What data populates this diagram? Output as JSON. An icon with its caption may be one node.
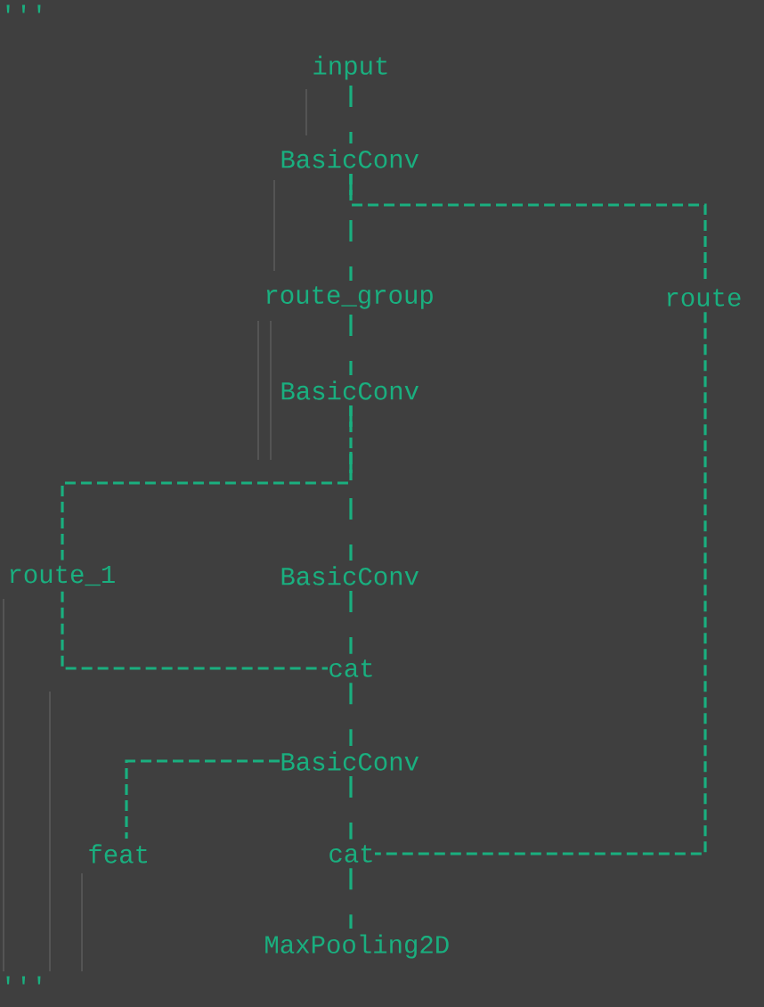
{
  "diagram": {
    "nodes": [
      {
        "text": [
          "input"
        ]
      },
      {
        "text": [
          "BasicConv"
        ]
      },
      {
        "text": [
          "route_group"
        ]
      },
      {
        "text": [
          "route"
        ]
      },
      {
        "text": [
          "BasicConv"
        ]
      },
      {
        "text": [
          "route_1"
        ]
      },
      {
        "text": [
          "BasicConv"
        ]
      },
      {
        "text": [
          "cat"
        ]
      },
      {
        "text": [
          "BasicConv"
        ]
      },
      {
        "text": [
          "feat"
        ]
      },
      {
        "text": [
          "cat"
        ]
      },
      {
        "text": [
          "MaxPooling2D"
        ]
      }
    ],
    "edges": [
      {
        "from": 0,
        "to": 1,
        "arrow": "none"
      },
      {
        "from": 1,
        "to": 2,
        "arrow": "none"
      },
      {
        "from": 1,
        "to": 3,
        "arrow": "none"
      },
      {
        "from": 2,
        "to": 4,
        "arrow": "none"
      },
      {
        "from": 4,
        "to": 5,
        "arrow": "none"
      },
      {
        "from": 4,
        "to": 6,
        "arrow": "none"
      },
      {
        "from": 5,
        "to": 7,
        "arrow": "none"
      },
      {
        "from": 6,
        "to": 7,
        "arrow": "none"
      },
      {
        "from": 7,
        "to": 8,
        "arrow": "none"
      },
      {
        "from": 8,
        "to": 9,
        "arrow": "none"
      },
      {
        "from": 8,
        "to": 10,
        "arrow": "none"
      },
      {
        "from": 3,
        "to": 10,
        "arrow": "none"
      },
      {
        "from": 10,
        "to": 11,
        "arrow": "none"
      }
    ],
    "labels": [
      "'''",
      "'''"
    ]
  }
}
